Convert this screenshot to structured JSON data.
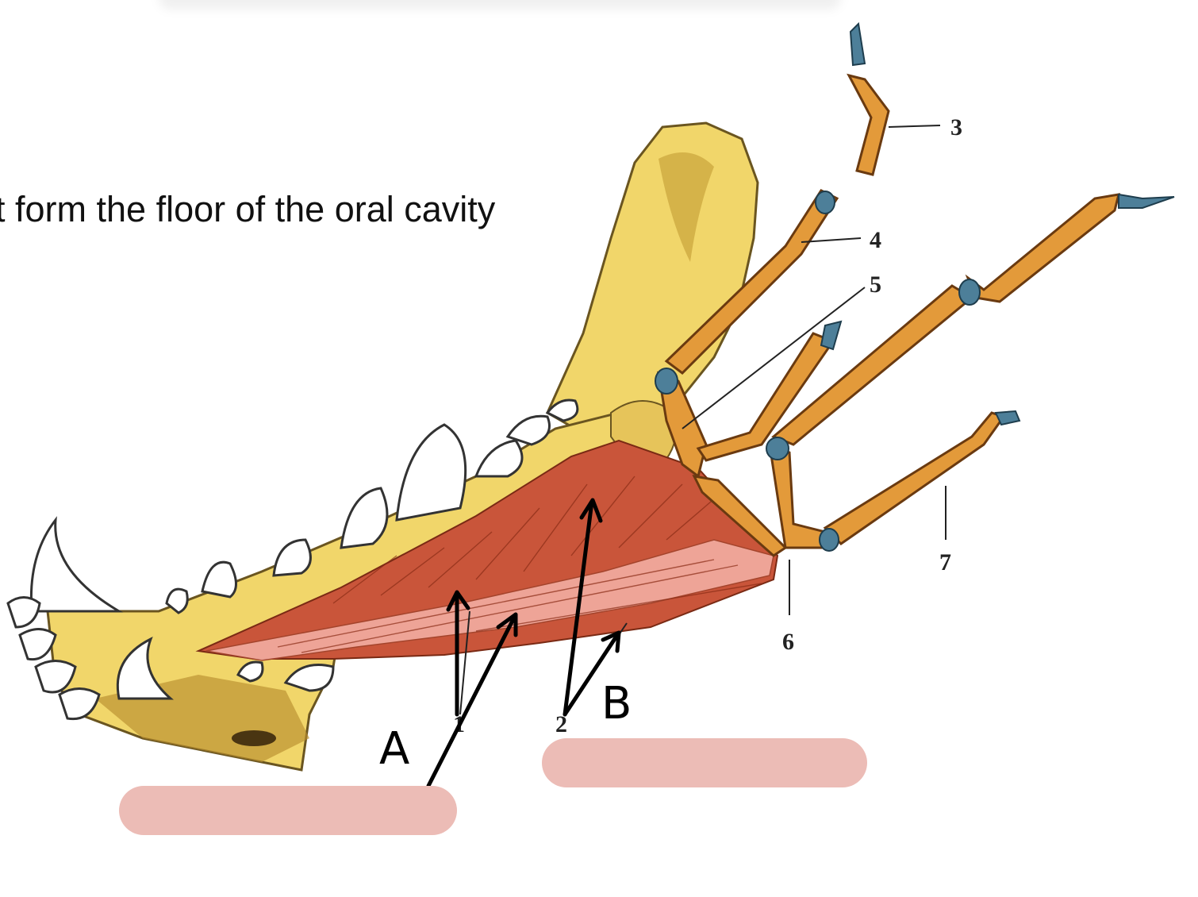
{
  "question": {
    "text": "t form the floor of the oral cavity"
  },
  "figure": {
    "structure_labels": [
      "1",
      "2",
      "3",
      "4",
      "5",
      "6",
      "7"
    ],
    "handwritten_labels": [
      "A",
      "B"
    ]
  },
  "answer_boxes": [
    {
      "label": "",
      "value": ""
    },
    {
      "label": "",
      "value": ""
    }
  ],
  "colors": {
    "bone": "#f1d66a",
    "bone_outline": "#6a5520",
    "hyoid_bone": "#e39a3a",
    "cartilage": "#4d7f99",
    "muscle": "#c9553a",
    "muscle_light": "#f0a99c",
    "answer_box": "#ecbcb6"
  }
}
